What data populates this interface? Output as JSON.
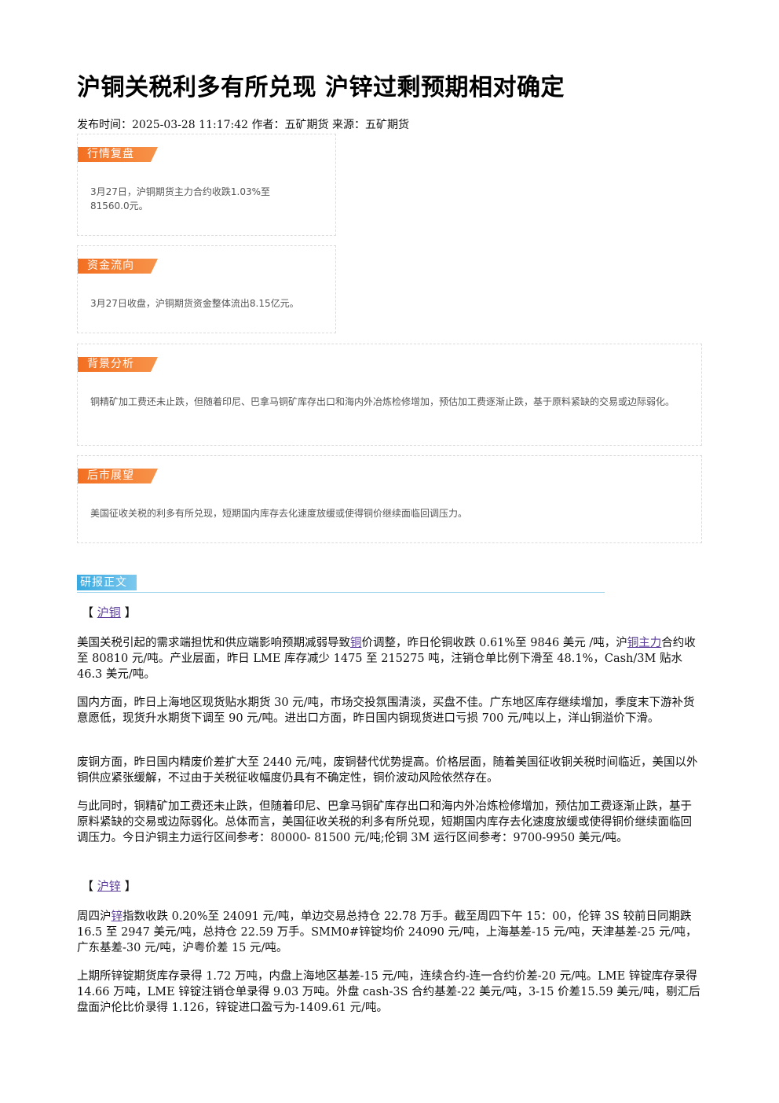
{
  "title": "沪铜关税利多有所兑现 沪锌过剩预期相对确定",
  "meta": "发布时间：2025-03-28 11:17:42 作者：五矿期货 来源：五矿期货",
  "boxes": [
    {
      "tag": "行情复盘",
      "text": "3月27日，沪铜期货主力合约收跌1.03%至81560.0元。"
    },
    {
      "tag": "资金流向",
      "text": "3月27日收盘，沪铜期货资金整体流出8.15亿元。"
    },
    {
      "tag": "背景分析",
      "text": "铜精矿加工费还未止跌，但随着印尼、巴拿马铜矿库存出口和海内外冶炼检修增加，预估加工费逐渐止跌，基于原料紧缺的交易或边际弱化。"
    },
    {
      "tag": "后市展望",
      "text": "美国征收关税的利多有所兑现，短期国内库存去化速度放缓或使得铜价继续面临回调压力。"
    }
  ],
  "section_title": "研报正文",
  "copper": {
    "open": "【",
    "link": "沪铜",
    "close": "】",
    "p1": {
      "a": "美国关税引起的需求端担忧和供应端影响预期减弱导致",
      "link1": "铜",
      "b": "价调整，昨日伦铜收跌 0.61%至 9846 美元 /吨，沪",
      "link2": "铜主力",
      "c": "合约收至 80810 元/吨。产业层面，昨日 LME 库存减少 1475 至 215275 吨，注销仓单比例下滑至 48.1%，Cash/3M 贴水 46.3 美元/吨。"
    },
    "p2": "国内方面，昨日上海地区现货贴水期货 30 元/吨，市场交投氛围清淡，买盘不佳。广东地区库存继续增加，季度末下游补货意愿低，现货升水期货下调至 90 元/吨。进出口方面，昨日国内铜现货进口亏损 700 元/吨以上，洋山铜溢价下滑。",
    "p3": "废铜方面，昨日国内精废价差扩大至 2440 元/吨，废铜替代优势提高。价格层面，随着美国征收铜关税时间临近，美国以外铜供应紧张缓解，不过由于关税征收幅度仍具有不确定性，铜价波动风险依然存在。",
    "p4": "与此同时，铜精矿加工费还未止跌，但随着印尼、巴拿马铜矿库存出口和海内外冶炼检修增加，预估加工费逐渐止跌，基于原料紧缺的交易或边际弱化。总体而言，美国征收关税的利多有所兑现，短期国内库存去化速度放缓或使得铜价继续面临回调压力。今日沪铜主力运行区间参考：80000- 81500 元/吨;伦铜 3M 运行区间参考：9700-9950 美元/吨。"
  },
  "zinc": {
    "open": "【",
    "link": "沪锌",
    "close": "】",
    "p1": {
      "a": "周四沪",
      "link1": "锌",
      "b": "指数收跌 0.20%至 24091 元/吨，单边交易总持仓 22.78 万手。截至周四下午 15：00，伦锌 3S 较前日同期跌 16.5 至 2947 美元/吨，总持仓 22.59 万手。SMM0#锌锭均价 24090 元/吨，上海基差-15 元/吨，天津基差-25 元/吨，广东基差-30 元/吨，沪粤价差 15 元/吨。"
    },
    "p2": "上期所锌锭期货库存录得 1.72 万吨，内盘上海地区基差-15 元/吨，连续合约-连一合约价差-20 元/吨。LME 锌锭库存录得 14.66 万吨，LME 锌锭注销仓单录得 9.03 万吨。外盘 cash-3S 合约基差-22 美元/吨，3-15 价差15.59 美元/吨，剔汇后盘面沪伦比价录得 1.126，锌锭进口盈亏为-1409.61 元/吨。"
  },
  "colors": {
    "tag_orange": "#f36f21",
    "section_blue": "#38a9e0",
    "link_purple": "#5a3b9a"
  }
}
